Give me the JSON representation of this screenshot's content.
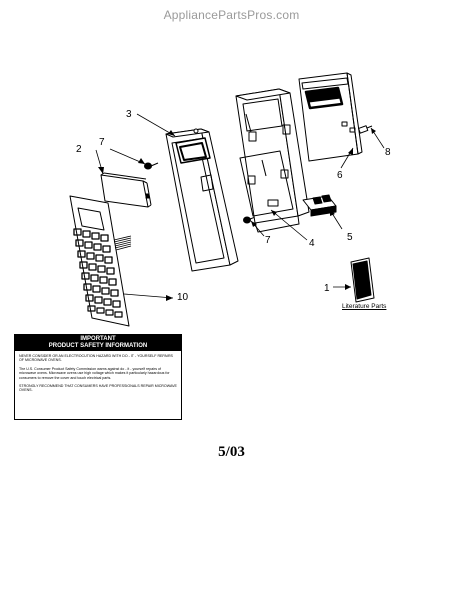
{
  "watermark": "AppliancePartsPros.com",
  "callouts": {
    "c1": "1",
    "c2": "2",
    "c3": "3",
    "c4": "4",
    "c5": "5",
    "c6": "6",
    "c7a": "7",
    "c7b": "7",
    "c8": "8",
    "c10": "10"
  },
  "literature_label": "Literature Parts",
  "safety": {
    "heading_line1": "IMPORTANT",
    "heading_line2": "PRODUCT SAFETY INFORMATION",
    "para1": "NEVER CONSIDER OR AN ELECTROCUTION HAZARD WITH DO - IT - YOURSELF REPAIRS OF MICROWAVE OVENS.",
    "para2": "The U.S. Consumer Product Safety Commission warns against do - it - yourself repairs of microwave ovens. Microwave ovens use high voltage which makes it particularly hazardous for consumers to remove the cover and touch electrical parts.",
    "para3": "STRONGLY RECOMMEND THAT CONSUMERS HAVE PROFESSIONALS REPAIR MICROWAVE OVENS."
  },
  "date_code": "5/03"
}
